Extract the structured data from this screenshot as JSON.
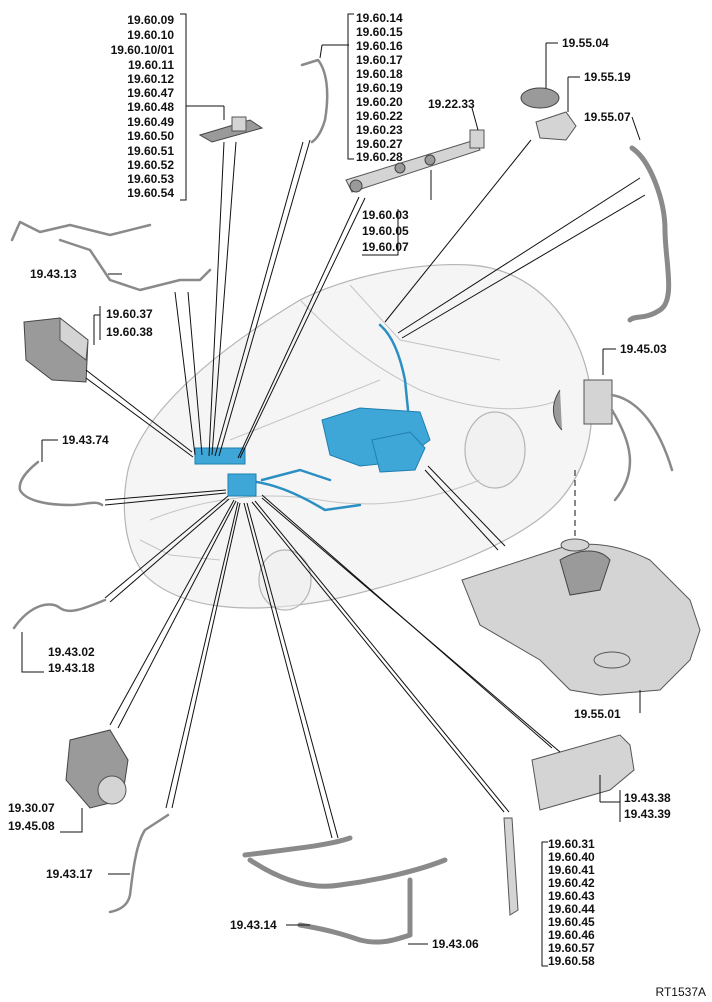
{
  "drawing_ref": "RT1537A",
  "groups": {
    "injector_group": [
      "19.60.09",
      "19.60.10",
      "19.60.10/01",
      "19.60.11",
      "19.60.12",
      "19.60.47",
      "19.60.48",
      "19.60.49",
      "19.60.50",
      "19.60.51",
      "19.60.52",
      "19.60.53",
      "19.60.54"
    ],
    "pipe_top_group": [
      "19.60.14",
      "19.60.15",
      "19.60.16",
      "19.60.17",
      "19.60.18",
      "19.60.19",
      "19.60.20",
      "19.60.22",
      "19.60.23",
      "19.60.27",
      "19.60.28"
    ],
    "rail_group": [
      "19.60.03",
      "19.60.05",
      "19.60.07"
    ],
    "module_group": [
      "19.60.37",
      "19.60.38"
    ],
    "hose_low_group": [
      "19.43.02",
      "19.43.18"
    ],
    "pump_group": [
      "19.30.07",
      "19.45.08"
    ],
    "shield_group": [
      "19.43.38",
      "19.43.39"
    ],
    "glowplug_group": [
      "19.60.31",
      "19.60.40",
      "19.60.41",
      "19.60.42",
      "19.60.43",
      "19.60.44",
      "19.60.45",
      "19.60.46",
      "19.60.57",
      "19.60.58"
    ]
  },
  "single_labels": {
    "rail_sensor": "19.22.33",
    "filler_cap": "19.55.04",
    "filler_housing": "19.55.19",
    "filler_neck": "19.55.07",
    "harness_top": "19.43.13",
    "pipe_left": "19.43.74",
    "sender_unit": "19.45.03",
    "fuel_tank": "19.55.01",
    "pipe_bottom_left": "19.43.17",
    "pipe_bottom_a": "19.43.14",
    "pipe_bottom_b": "19.43.06"
  }
}
